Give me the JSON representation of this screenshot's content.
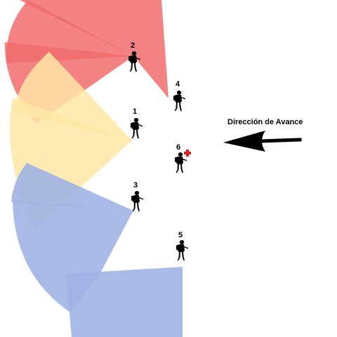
{
  "diagram": {
    "direction_label": "Dirección de Avance",
    "soldiers": [
      {
        "number": "1",
        "medic": false
      },
      {
        "number": "2",
        "medic": false
      },
      {
        "number": "3",
        "medic": false
      },
      {
        "number": "4",
        "medic": false
      },
      {
        "number": "5",
        "medic": false
      },
      {
        "number": "6",
        "medic": true
      }
    ],
    "colors": {
      "red_sector": "#f16c6c",
      "yellow_sector": "#fde8a6",
      "blue_sector": "#a0b3e3",
      "medic_cross": "#d81e1e",
      "arrow": "#000000",
      "silhouette": "#000000"
    }
  }
}
